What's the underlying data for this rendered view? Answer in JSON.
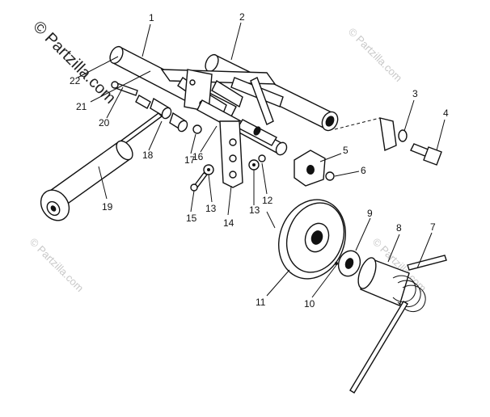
{
  "watermark": {
    "primary": "© Partzilla.com",
    "faint": [
      "© Partzilla.com",
      "© Partzilla.com",
      "© Partzilla.com"
    ]
  },
  "callouts": [
    {
      "id": "1",
      "text": "1"
    },
    {
      "id": "2",
      "text": "2"
    },
    {
      "id": "3",
      "text": "3"
    },
    {
      "id": "4",
      "text": "4"
    },
    {
      "id": "5",
      "text": "5"
    },
    {
      "id": "6",
      "text": "6"
    },
    {
      "id": "7",
      "text": "7"
    },
    {
      "id": "8",
      "text": "8"
    },
    {
      "id": "9",
      "text": "9"
    },
    {
      "id": "10",
      "text": "10"
    },
    {
      "id": "11",
      "text": "11"
    },
    {
      "id": "12",
      "text": "12"
    },
    {
      "id": "13a",
      "text": "13"
    },
    {
      "id": "13b",
      "text": "13"
    },
    {
      "id": "14",
      "text": "14"
    },
    {
      "id": "15",
      "text": "15"
    },
    {
      "id": "16",
      "text": "16"
    },
    {
      "id": "17",
      "text": "17"
    },
    {
      "id": "18",
      "text": "18"
    },
    {
      "id": "19",
      "text": "19"
    },
    {
      "id": "20",
      "text": "20"
    },
    {
      "id": "21",
      "text": "21"
    },
    {
      "id": "22",
      "text": "22"
    }
  ]
}
